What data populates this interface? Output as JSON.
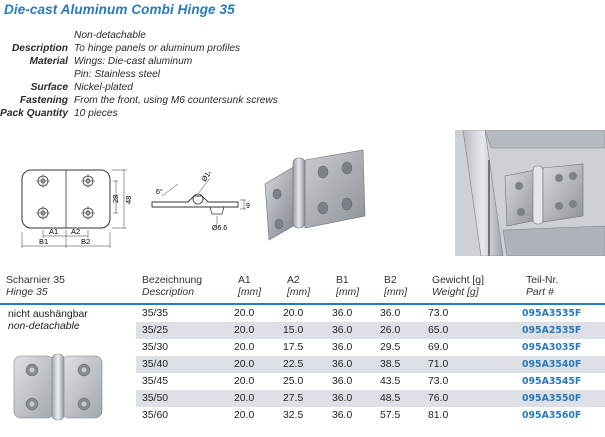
{
  "title": "Die-cast Aluminum Combi Hinge 35",
  "specs": [
    {
      "label": "",
      "value": "Non-detachable"
    },
    {
      "label": "Description",
      "value": "To hinge panels or aluminum profiles"
    },
    {
      "label": "Material",
      "value": "Wings: Die-cast aluminum"
    },
    {
      "label": "",
      "value": "Pin: Stainless steel"
    },
    {
      "label": "Surface",
      "value": "Nickel-plated"
    },
    {
      "label": "Fastening",
      "value": "From the front, using M6 countersunk screws"
    },
    {
      "label": "Pack Quantity",
      "value": "10 pieces"
    }
  ],
  "drawing": {
    "dim_28": "28",
    "dim_48": "48",
    "dim_A1": "A1",
    "dim_A2": "A2",
    "dim_B1": "B1",
    "dim_B2": "B2",
    "dim_angle": "6°",
    "dim_d14": "Ø14",
    "dim_9": "9",
    "dim_d66": "Ø6.6"
  },
  "table": {
    "headers": [
      {
        "l1": "Scharnier 35",
        "l2": "Hinge 35"
      },
      {
        "l1": "Bezeichnung",
        "l2": "Description"
      },
      {
        "l1": "A1",
        "l2": "[mm]"
      },
      {
        "l1": "A2",
        "l2": "[mm]"
      },
      {
        "l1": "B1",
        "l2": "[mm]"
      },
      {
        "l1": "B2",
        "l2": "[mm]"
      },
      {
        "l1": "Gewicht [g]",
        "l2": "Weight [g]"
      },
      {
        "l1": "Teil-Nr.",
        "l2": "Part #"
      }
    ],
    "variant_de": "nicht aushängbar",
    "variant_en": "non-detachable",
    "rows": [
      {
        "desc": "35/35",
        "a1": "20.0",
        "a2": "20.0",
        "b1": "36.0",
        "b2": "36.0",
        "weight": "73.0",
        "part": "095A3535F"
      },
      {
        "desc": "35/25",
        "a1": "20.0",
        "a2": "15.0",
        "b1": "36.0",
        "b2": "26.0",
        "weight": "65.0",
        "part": "095A2535F"
      },
      {
        "desc": "35/30",
        "a1": "20.0",
        "a2": "17.5",
        "b1": "36.0",
        "b2": "29.5",
        "weight": "69.0",
        "part": "095A3035F"
      },
      {
        "desc": "35/40",
        "a1": "20.0",
        "a2": "22.5",
        "b1": "36.0",
        "b2": "38.5",
        "weight": "71.0",
        "part": "095A3540F"
      },
      {
        "desc": "35/45",
        "a1": "20.0",
        "a2": "25.0",
        "b1": "36.0",
        "b2": "43.5",
        "weight": "73.0",
        "part": "095A3545F"
      },
      {
        "desc": "35/50",
        "a1": "20.0",
        "a2": "27.5",
        "b1": "36.0",
        "b2": "48.5",
        "weight": "76.0",
        "part": "095A3550F"
      },
      {
        "desc": "35/60",
        "a1": "20.0",
        "a2": "32.5",
        "b1": "36.0",
        "b2": "57.5",
        "weight": "81.0",
        "part": "095A3560F"
      }
    ]
  },
  "colors": {
    "accent": "#2a79b8",
    "row_shade": "#dde0e6"
  }
}
